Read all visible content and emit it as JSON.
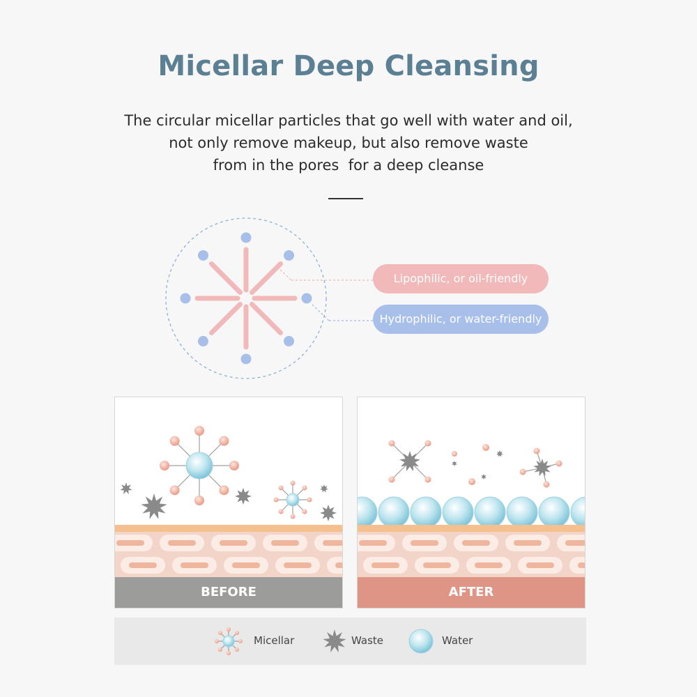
{
  "header": {
    "title": "Micellar Deep Cleansing",
    "description_lines": [
      "The circular micellar particles that go well with water and oil,",
      "not only remove makeup, but also remove waste",
      "from in the pores  for a deep cleanse"
    ]
  },
  "diagram": {
    "lipophilic_label": "Lipophilic, or oil-friendly",
    "hydrophilic_label": "Hydrophilic, or water-friendly"
  },
  "panels": {
    "before_label": "BEFORE",
    "after_label": "AFTER"
  },
  "legend": {
    "micellar_label": "Micellar",
    "waste_label": "Waste",
    "water_label": "Water"
  },
  "colors": {
    "title": "#5b7f93",
    "lipophilic": "#f1b9b9",
    "hydrophilic": "#a7bfe9",
    "before_bar": "#9c9c9a",
    "after_bar": "#df9585",
    "waste": "#8a8a8a",
    "skin_top": "#f5bf8e",
    "skin_cell": "#f7dcd3"
  }
}
